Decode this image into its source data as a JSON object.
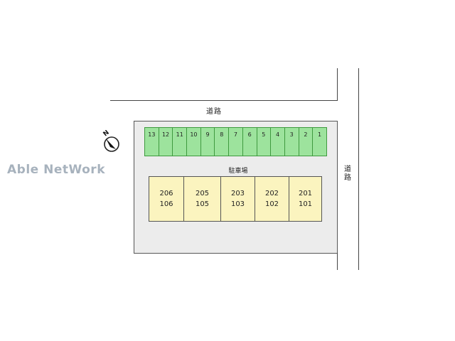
{
  "map": {
    "road_top_label": "道路",
    "road_right_label": "道路",
    "road_right_chars": [
      "道",
      "路"
    ],
    "parking_label": "駐車場",
    "parking_spaces": [
      "13",
      "12",
      "11",
      "10",
      "9",
      "8",
      "7",
      "6",
      "5",
      "4",
      "3",
      "2",
      "1"
    ],
    "units": [
      {
        "upper": "206",
        "lower": "106"
      },
      {
        "upper": "205",
        "lower": "105"
      },
      {
        "upper": "203",
        "lower": "103"
      },
      {
        "upper": "202",
        "lower": "102"
      },
      {
        "upper": "201",
        "lower": "101"
      }
    ],
    "compass_label": "N",
    "watermark": "Able NetWork"
  },
  "colors": {
    "parking_fill": "#9de39d",
    "building_fill": "#fbf4bf",
    "site_fill": "#ececec",
    "watermark": "#a7b2bd"
  }
}
